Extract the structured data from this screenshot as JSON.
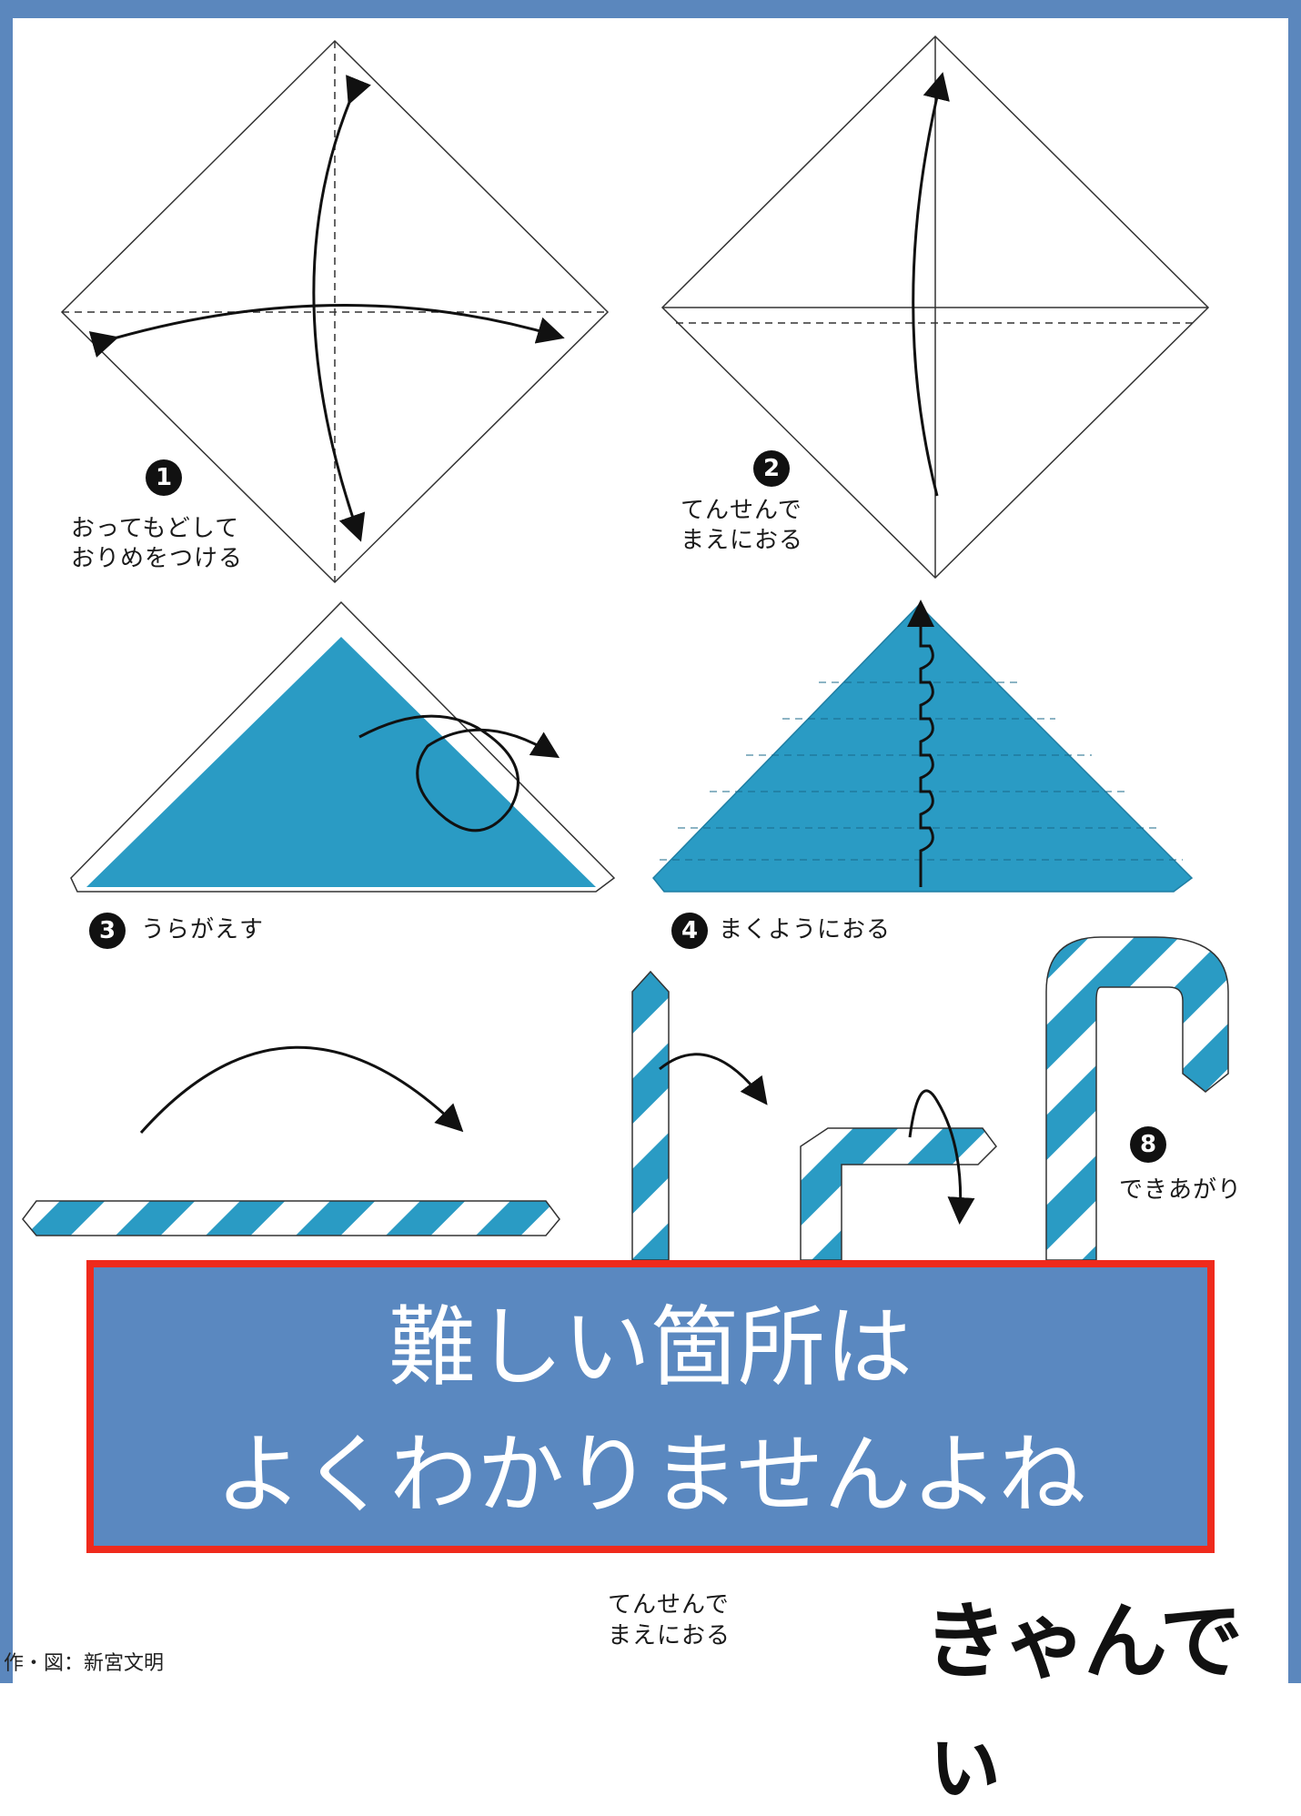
{
  "steps": [
    {
      "number": "1",
      "caption_line1": "おってもどして",
      "caption_line2": "おりめをつける"
    },
    {
      "number": "2",
      "caption_line1": "てんせんで",
      "caption_line2": "まえにおる"
    },
    {
      "number": "3",
      "caption": "うらがえす"
    },
    {
      "number": "4",
      "caption": "まくようにおる"
    },
    {
      "number": "8",
      "caption": "できあがり"
    }
  ],
  "bottom_caption": {
    "line1": "てんせんで",
    "line2": "まえにおる"
  },
  "overlay": {
    "line1": "難しい箇所は",
    "line2": "よくわかりませんよね"
  },
  "title": "きゃんでぃ",
  "credit": "作・図：新宮文明",
  "colors": {
    "paper_blue": "#2a9bc4",
    "frame_blue": "#5b87bd",
    "overlay_blue": "#5a88c0",
    "overlay_border": "#ef2a1c"
  }
}
